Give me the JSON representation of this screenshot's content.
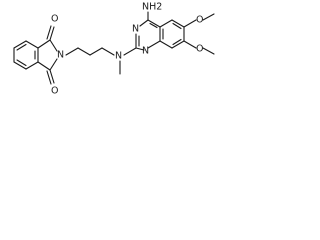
{
  "structure": {
    "atoms": {
      "nh2": "NH2",
      "o_carbonyl_top": "O",
      "o_carbonyl_bottom": "O",
      "n_imide": "N",
      "n_amine": "N",
      "n_ring_top": "N",
      "n_ring_bottom": "N",
      "o_methoxy_top": "O",
      "o_methoxy_bottom": "O"
    }
  },
  "colors": {
    "ink": "#1a1a1a",
    "background": "#ffffff"
  }
}
